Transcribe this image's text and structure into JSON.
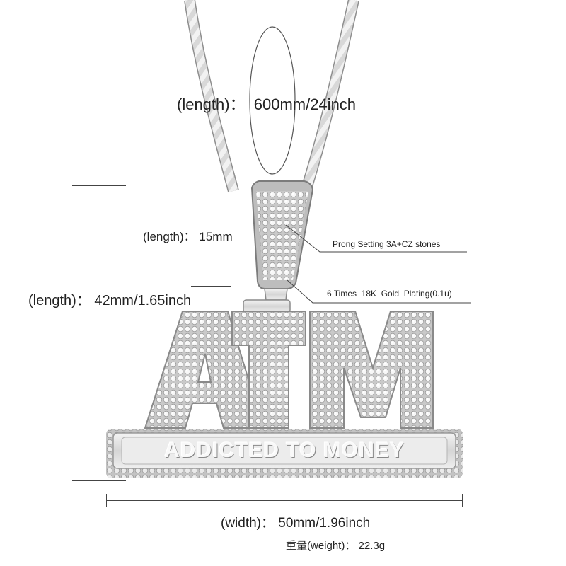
{
  "chain": {
    "length_label": "(length)：",
    "length_value": "600mm/24inch"
  },
  "bail": {
    "length_label": "(length)：",
    "length_value": "15mm"
  },
  "pendant": {
    "length_label": "(length)：",
    "length_value": "42mm/1.65inch",
    "width_label": "(width)：",
    "width_value": "50mm/1.96inch",
    "weight_label": "重量(weight)：",
    "weight_value": "22.3g",
    "letters": "ATM",
    "plate_text": "ADDICTED TO MONEY"
  },
  "callouts": {
    "stones": "Prong Setting 3A+CZ stones",
    "plating": "6 Times  18K  Gold  Plating(0.1u)"
  }
}
